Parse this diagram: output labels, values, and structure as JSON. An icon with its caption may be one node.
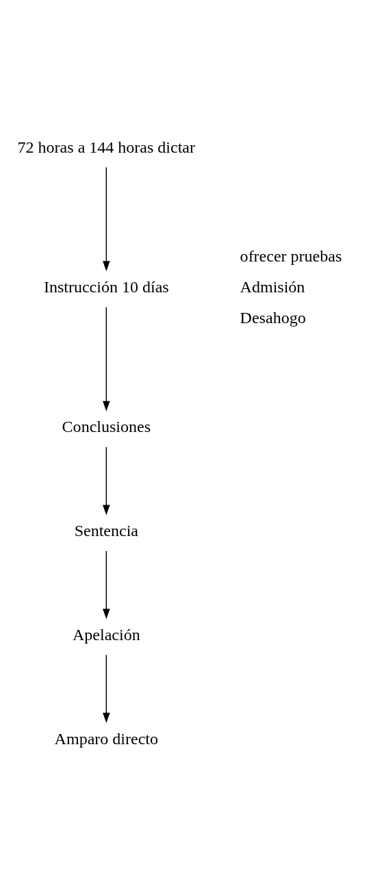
{
  "diagram": {
    "nodes": [
      {
        "text": [
          "72 horas a 144 horas dictar"
        ]
      },
      {
        "text": [
          "Instrucción 10 días"
        ]
      },
      {
        "text": [
          "Conclusiones"
        ]
      },
      {
        "text": [
          "Sentencia"
        ]
      },
      {
        "text": [
          "Apelación"
        ]
      },
      {
        "text": [
          "Amparo directo"
        ]
      }
    ],
    "edges": [
      {
        "from": 0,
        "to": 1,
        "arrow": "to"
      },
      {
        "from": 1,
        "to": 2,
        "arrow": "to"
      },
      {
        "from": 2,
        "to": 3,
        "arrow": "to"
      },
      {
        "from": 3,
        "to": 4,
        "arrow": "to"
      },
      {
        "from": 4,
        "to": 5,
        "arrow": "to"
      }
    ],
    "labels": [
      "ofrecer pruebas",
      "Admisión",
      "Desahogo"
    ]
  }
}
